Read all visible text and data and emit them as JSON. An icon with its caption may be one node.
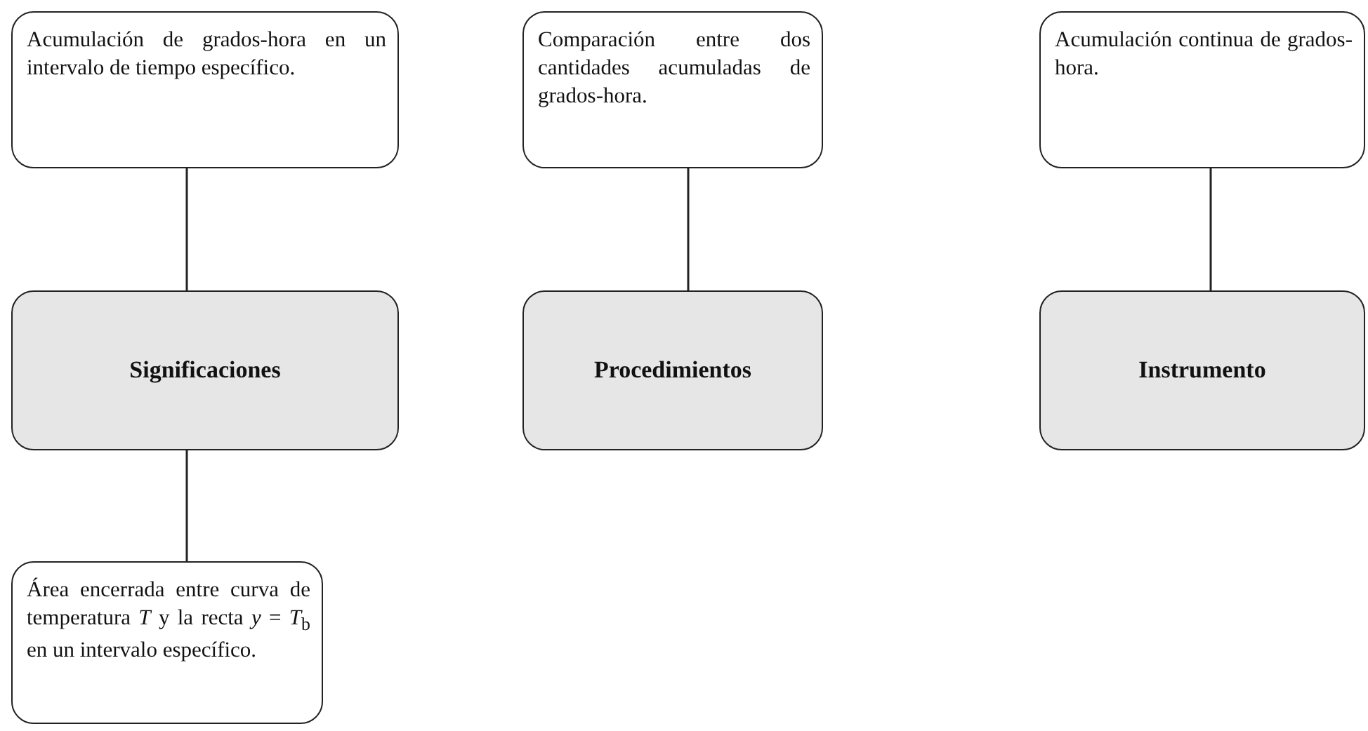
{
  "diagram": {
    "nodes": [
      {
        "text": [
          "Acumulación de grados-hora en un intervalo de tiempo específico."
        ]
      },
      {
        "text": [
          "Comparación entre dos cantidades acumuladas de grados-hora."
        ]
      },
      {
        "text": [
          "Acumulación continua de grados-hora."
        ]
      },
      {
        "text": [
          "Significaciones"
        ]
      },
      {
        "text": [
          "Procedimientos"
        ]
      },
      {
        "text": [
          "Instrumento"
        ]
      },
      {
        "text": [
          "Área encerrada entre curva de temperatura *T* y la recta *y* = *T*$_{b}$ en un intervalo específico."
        ]
      }
    ],
    "edges": [
      {
        "from": 0,
        "to": 3,
        "arrow": "none"
      },
      {
        "from": 1,
        "to": 4,
        "arrow": "none"
      },
      {
        "from": 2,
        "to": 5,
        "arrow": "none"
      },
      {
        "from": 3,
        "to": 6,
        "arrow": "none"
      }
    ]
  }
}
